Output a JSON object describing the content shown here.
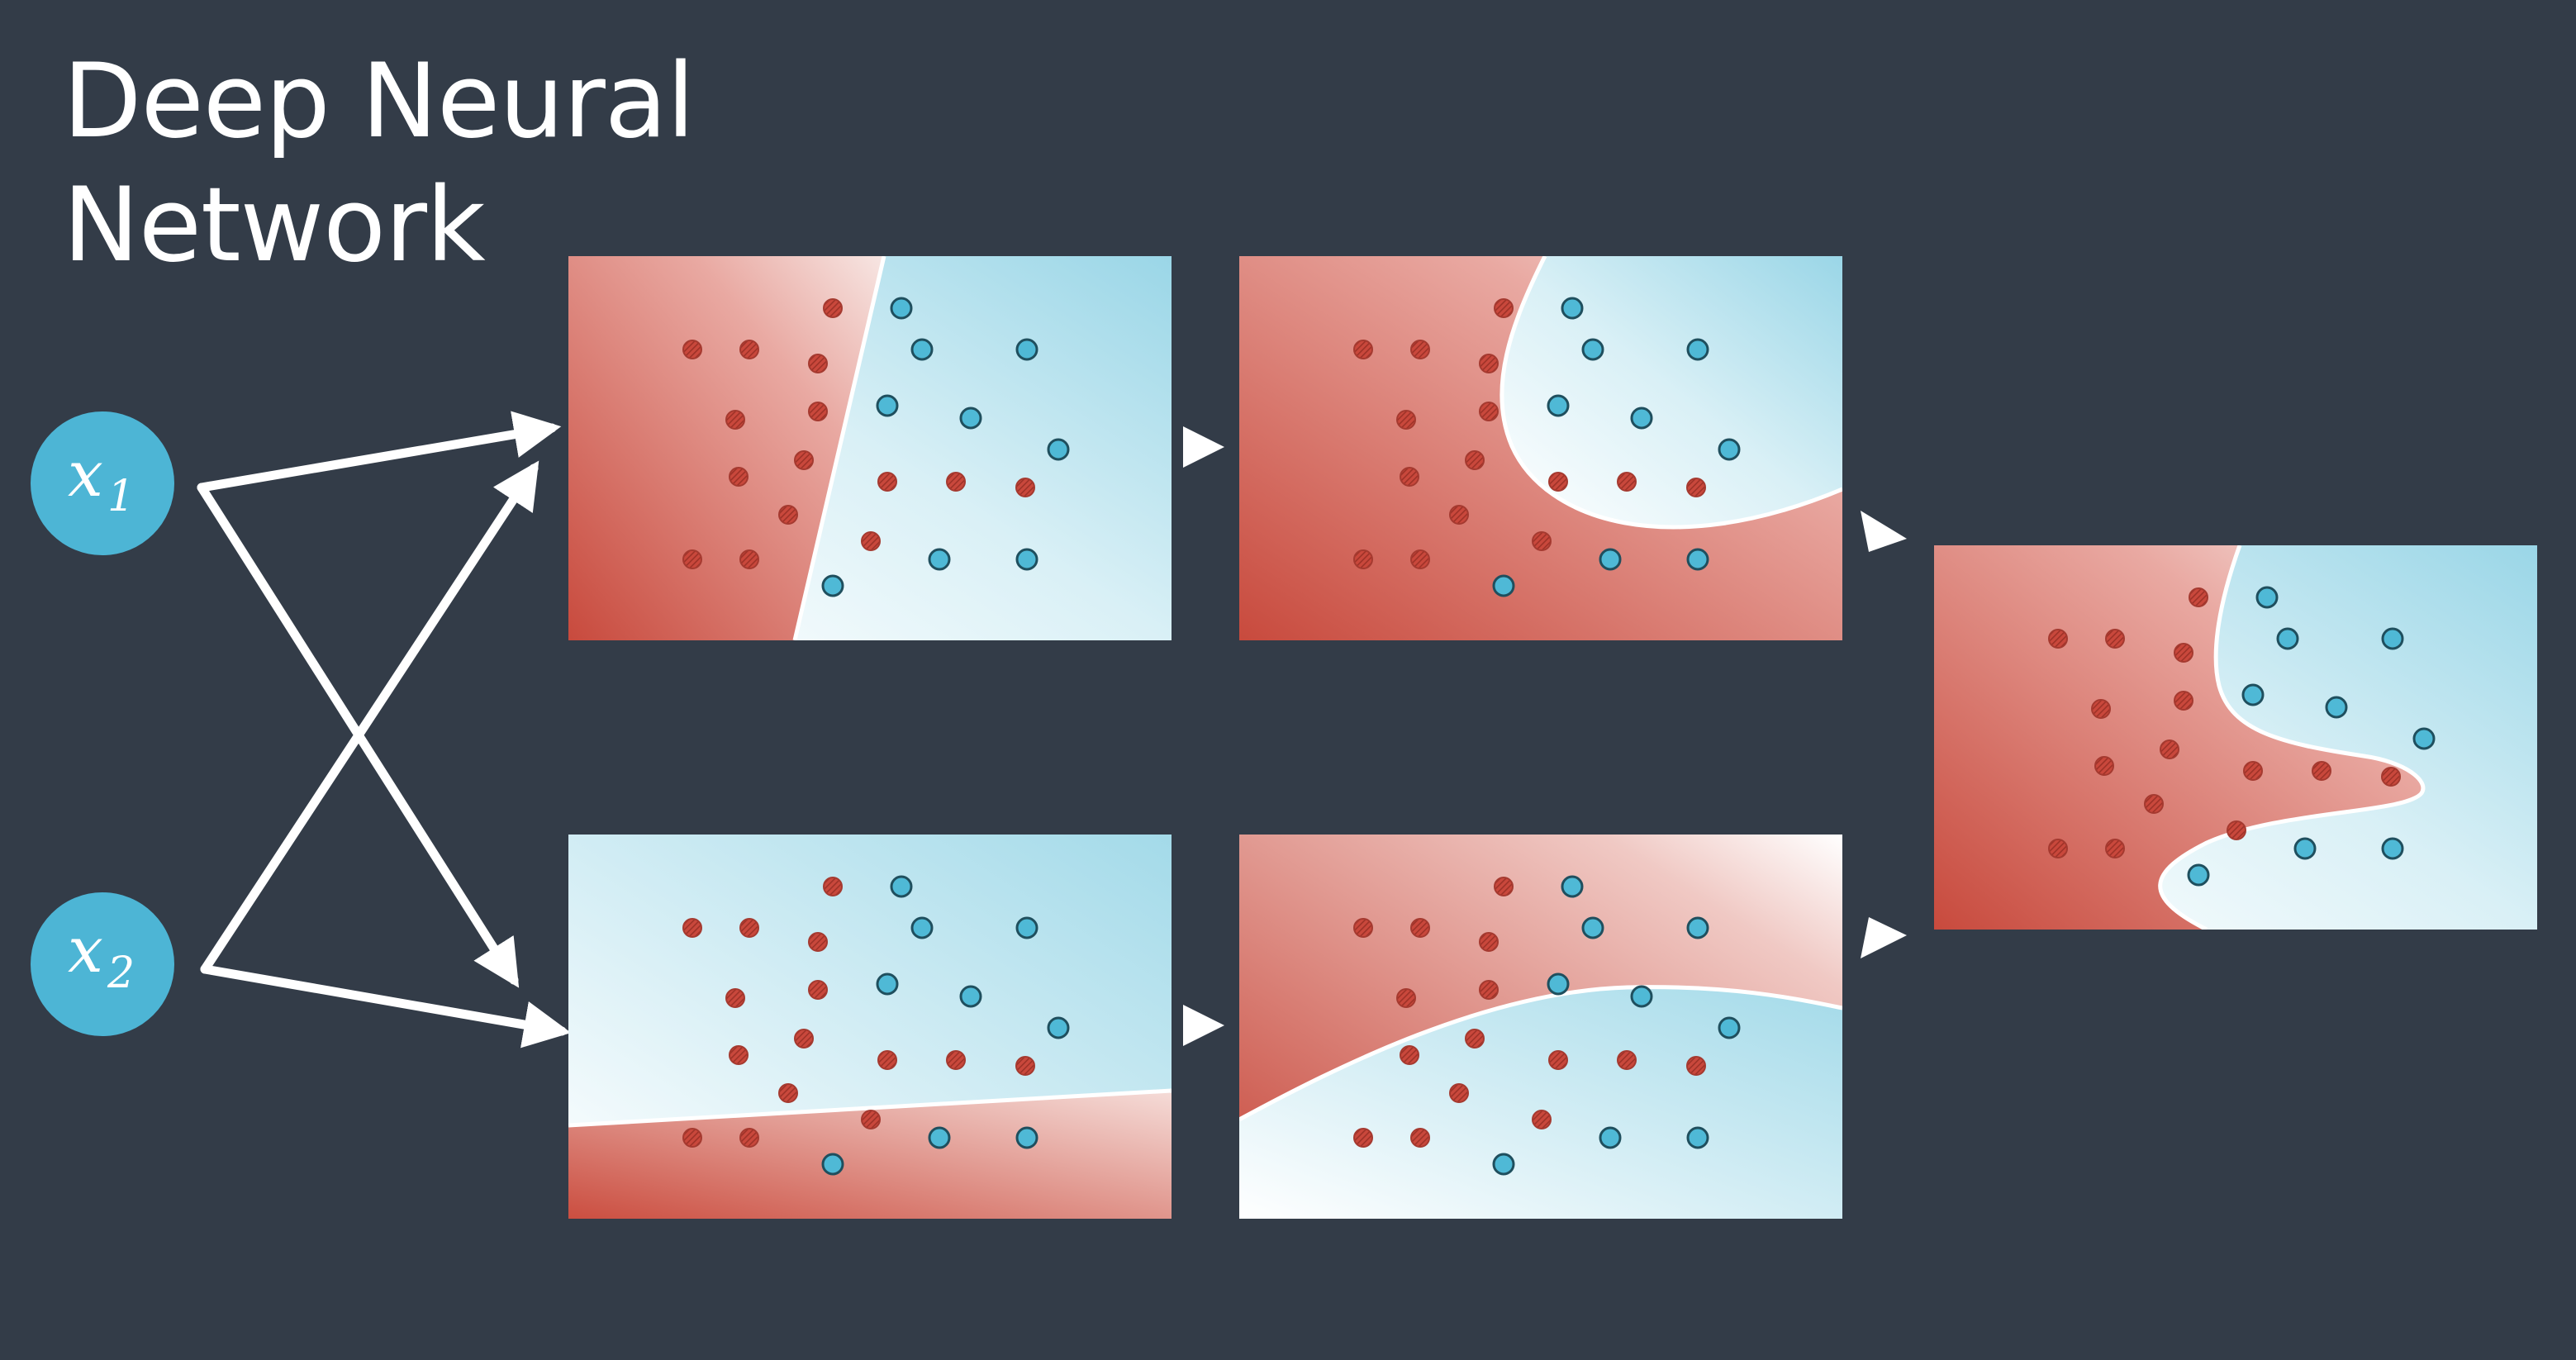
{
  "slide": {
    "title_line1": "Deep Neural",
    "title_line2": "Network"
  },
  "inputs": [
    {
      "symbol": "x",
      "subscript": "1"
    },
    {
      "symbol": "x",
      "subscript": "2"
    }
  ],
  "colors": {
    "background": "#333c48",
    "class_red": "#c9483c",
    "class_blue": "#4fb9d6",
    "node_fill": "#4db5d5",
    "boundary": "#ffffff"
  }
}
